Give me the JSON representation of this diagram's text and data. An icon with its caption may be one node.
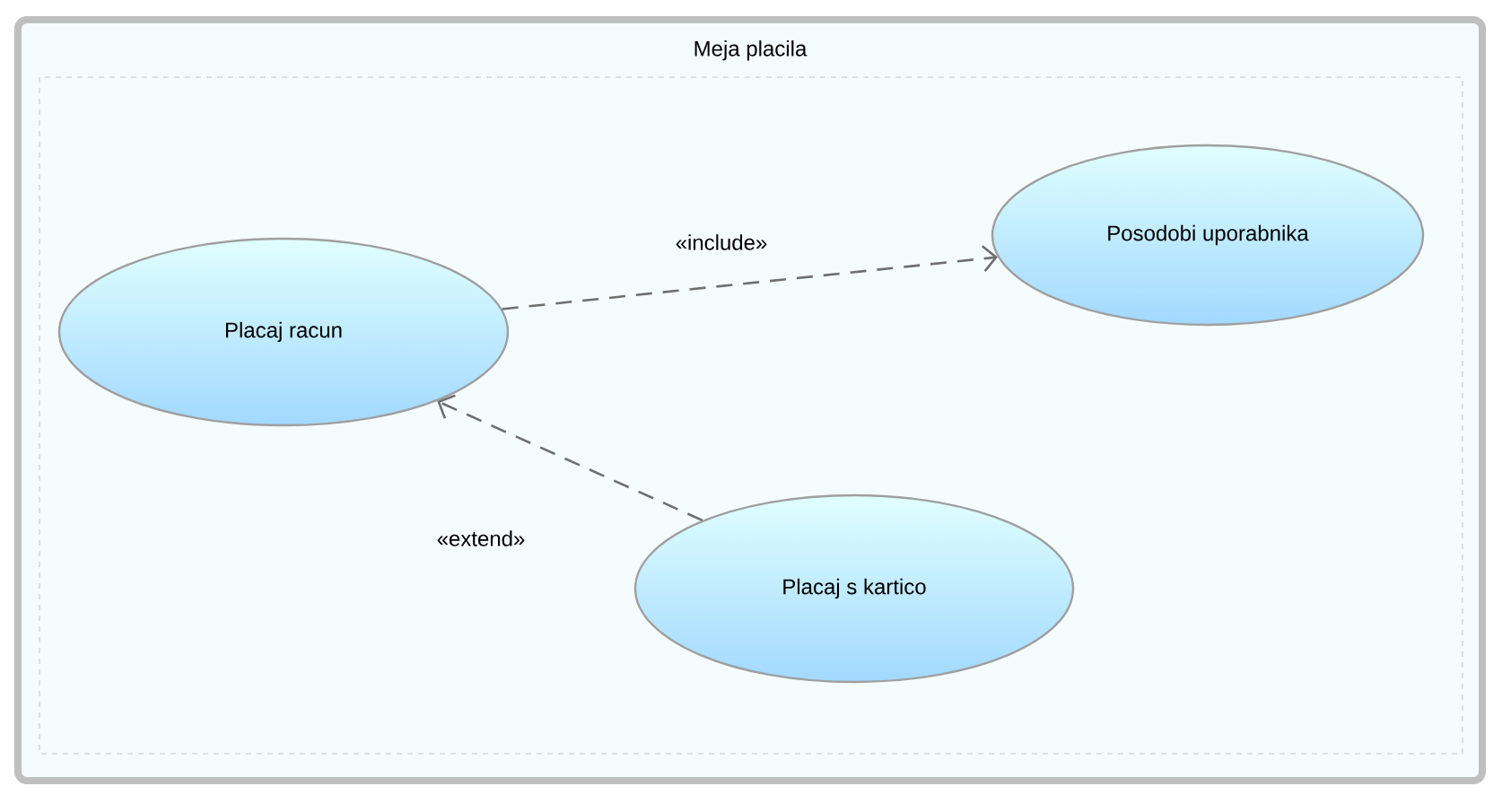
{
  "diagram": {
    "nodes": [
      {
        "text": [
          "Meja placila"
        ]
      },
      {
        "text": [
          "Placaj racun"
        ],
        "in": 0
      },
      {
        "text": [
          "Posodobi uporabnika"
        ],
        "in": 0
      },
      {
        "text": [
          "Placaj s kartico"
        ],
        "in": 0
      }
    ],
    "edges": [
      {
        "from": 1,
        "to": 2,
        "arrow": "to",
        "label": "«include»",
        "style": "dashed"
      },
      {
        "from": 3,
        "to": 1,
        "arrow": "to",
        "label": "«extend»",
        "style": "dashed"
      }
    ]
  }
}
